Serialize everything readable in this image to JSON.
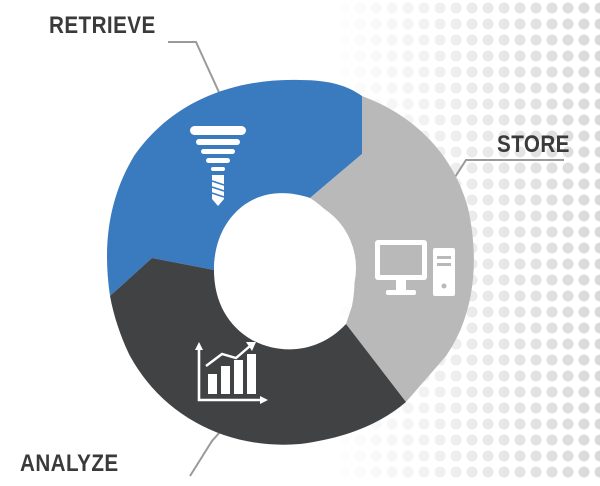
{
  "segments": [
    {
      "id": "retrieve",
      "label": "RETRIEVE",
      "color": "#3a7bbf",
      "icon": "spindle-icon"
    },
    {
      "id": "store",
      "label": "STORE",
      "color": "#b9b9b9",
      "icon": "desktop-computer-icon"
    },
    {
      "id": "analyze",
      "label": "ANALYZE",
      "color": "#414244",
      "icon": "bar-chart-growth-icon"
    }
  ],
  "colors": {
    "background": "#ffffff",
    "dot_pattern": "#d9d9d9",
    "leader_line": "#9a9a9a",
    "label_text": "#3a3a3a",
    "icon": "#ffffff"
  }
}
